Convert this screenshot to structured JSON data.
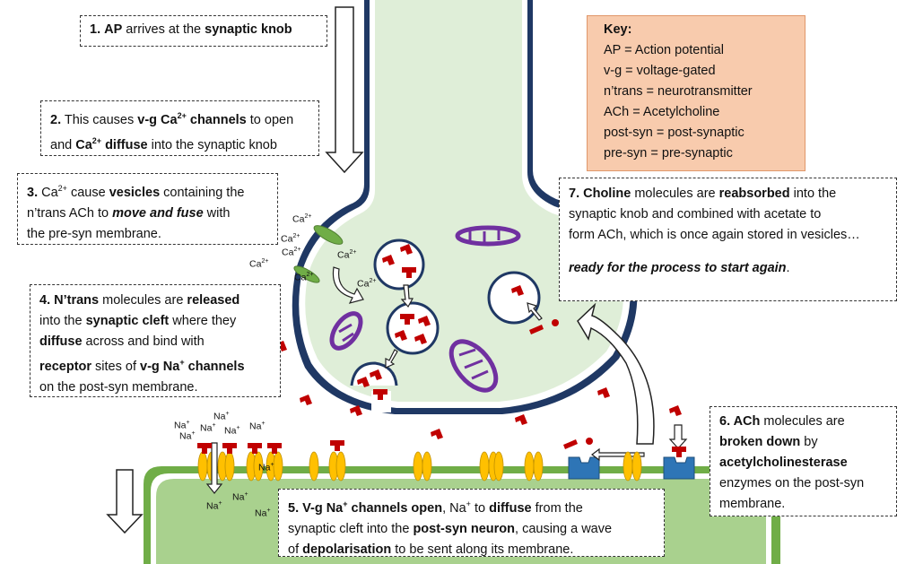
{
  "key": {
    "title": "Key:",
    "items": [
      "AP = Action potential",
      "v-g = voltage-gated",
      "n’trans = neurotransmitter",
      "ACh = Acetylcholine",
      "post-syn = post-synaptic",
      "pre-syn = pre-synaptic"
    ]
  },
  "steps": {
    "s1": {
      "num": "1.",
      "t1": "AP",
      "t2": " arrives at the ",
      "t3": "synaptic knob"
    },
    "s2": {
      "num": "2.",
      "t1": " This causes ",
      "t2": "v-g Ca",
      "sup1": "2+",
      "t3": " channels",
      "t4": " to open",
      "t5": "and ",
      "t6": "Ca",
      "sup2": "2+",
      "t7": " diffuse",
      "t8": " into the synaptic knob"
    },
    "s3": {
      "num": "3.",
      "t1": " Ca",
      "sup": "2+",
      "t2": " cause ",
      "t3": "vesicles",
      "t4": " containing the",
      "t5": "n’trans ACh to ",
      "t6": "move and fuse",
      "t7": " with",
      "t8": "the pre-syn membrane."
    },
    "s4": {
      "num": "4.",
      "t1": " N’trans",
      "t2": " molecules are ",
      "t3": "released",
      "t4": "into the ",
      "t5": "synaptic cleft",
      "t6": " where they",
      "t7": "diffuse",
      "t8": " across and bind with",
      "t9": "receptor",
      "t10": " sites of ",
      "t11": "v-g Na",
      "sup": "+",
      "t12": " channels",
      "t13": "on the post-syn membrane."
    },
    "s5": {
      "num": "5.",
      "t1": " V-g Na",
      "sup1": "+",
      "t2": " channels open",
      "t3": ", Na",
      "sup2": "+",
      "t4": " to ",
      "t5": "diffuse",
      "t6": " from the",
      "t7": "synaptic cleft into the ",
      "t8": "post-syn neuron",
      "t9": ", causing a wave",
      "t10": "of ",
      "t11": "depolarisation",
      "t12": " to be sent along its membrane."
    },
    "s6": {
      "num": "6.",
      "t1": " ACh",
      "t2": " molecules are",
      "t3": "broken down",
      "t4": " by",
      "t5": "acetylcholinesterase",
      "t6": "enzymes on the post-syn",
      "t7": "membrane."
    },
    "s7": {
      "num": "7.",
      "t1": " Choline",
      "t2": " molecules are ",
      "t3": "reabsorbed",
      "t4": " into the",
      "t5": "synaptic knob and combined with acetate to",
      "t6": "form ACh, which is once again stored in vesicles…",
      "t7": "ready for the process to start again",
      "t8": "."
    }
  },
  "ion_labels": {
    "ca": "Ca",
    "ca_sup": "2+",
    "na": "Na",
    "na_sup": "+"
  },
  "colors": {
    "knob_fill": "#dfeed8",
    "knob_membrane": "#1f3864",
    "postsyn_fill": "#a9d18e",
    "postsyn_membrane": "#70ad47",
    "ach": "#c00000",
    "na_channel": "#ffc000",
    "ca_channel": "#70ad47",
    "mitochondria": "#7030a0",
    "enzyme": "#2e75b6",
    "key_fill": "#f8cbad"
  }
}
